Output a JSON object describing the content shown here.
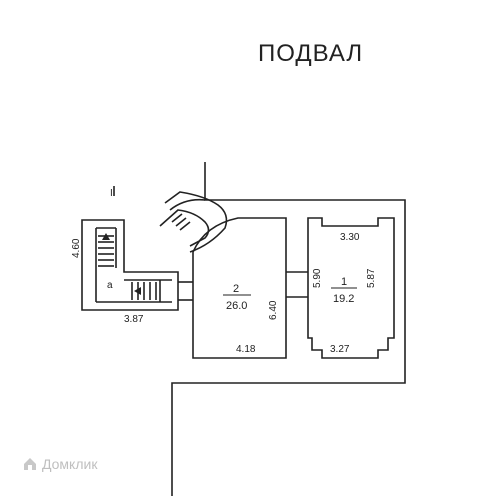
{
  "title": "ПОДВАЛ",
  "labels": {
    "mark_I": "I",
    "dim_460": "4.60",
    "mark_a": "а",
    "dim_387": "3.87",
    "room2_num": "2",
    "room2_area": "26.0",
    "dim_590": "5.90",
    "dim_640": "6.40",
    "dim_418": "4.18",
    "room1_num": "1",
    "room1_area": "19.2",
    "dim_330": "3.30",
    "dim_587": "5.87",
    "dim_327": "3.27"
  },
  "watermark": {
    "text": "Домклик",
    "color": "#b4b4b4"
  },
  "colors": {
    "line": "#222222",
    "background": "#ffffff"
  }
}
